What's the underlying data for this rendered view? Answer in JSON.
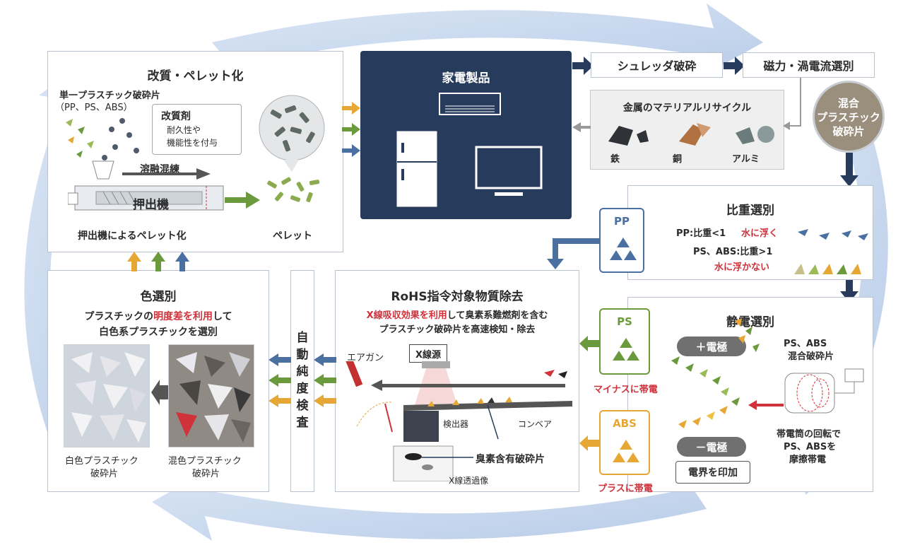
{
  "top_flow": {
    "appliances": "家電製品",
    "shredder": "シュレッダ破砕",
    "magnetic": "磁力・渦電流選別"
  },
  "metal": {
    "title": "金属のマテリアルリサイクル",
    "iron": "鉄",
    "copper": "銅",
    "aluminum": "アルミ"
  },
  "mixed_circle": {
    "line1": "混合",
    "line2": "プラスチック",
    "line3": "破砕片"
  },
  "reform": {
    "title": "改質・ペレット化",
    "single_line1": "単一プラスチック破砕片",
    "single_line2": "（PP、PS、ABS）",
    "modifier_title": "改質剤",
    "modifier_line1": "耐久性や",
    "modifier_line2": "機能性を付与",
    "melt": "溶融混練",
    "extruder": "押出機",
    "extruder_caption": "押出機によるペレット化",
    "pellet": "ペレット"
  },
  "gravity": {
    "title": "比重選別",
    "pp_tag": "PP",
    "pp_line": "PP:比重<1",
    "pp_float": "水に浮く",
    "psabs_line": "PS、ABS:比重>1",
    "psabs_sink": "水に浮かない"
  },
  "electrostatic": {
    "title": "静電選別",
    "ps_tag": "PS",
    "ps_charge": "マイナスに帯電",
    "abs_tag": "ABS",
    "abs_charge": "プラスに帯電",
    "plus_electrode": "＋電極",
    "minus_electrode": "－電極",
    "apply_field": "電界を印加",
    "mix_line1": "PS、ABS",
    "mix_line2": "混合破砕片",
    "drum_line1": "帯電筒の回転で",
    "drum_line2": "PS、ABSを",
    "drum_line3": "摩擦帯電"
  },
  "rohs": {
    "title": "RoHS指令対象物質除去",
    "desc_red": "X線吸収効果を利用",
    "desc_rest": "して臭素系難燃剤を含む",
    "desc_line2": "プラスチック破砕片を高速検知・除去",
    "airgun": "エアガン",
    "xray_source": "X線源",
    "detector": "検出器",
    "conveyor": "コンベア",
    "bromine": "臭素含有破砕片",
    "xray_image": "X線透過像"
  },
  "auto_check": {
    "chars": [
      "自",
      "動",
      "純",
      "度",
      "検",
      "査"
    ]
  },
  "color_sort": {
    "title": "色選別",
    "desc_pre": "プラスチックの",
    "desc_red": "明度差を利用",
    "desc_post": "して",
    "desc_line2": "白色系プラスチックを選別",
    "white_line1": "白色プラスチック",
    "white_line2": "破砕片",
    "mixed_line1": "混色プラスチック",
    "mixed_line2": "破砕片"
  },
  "colors": {
    "navy": "#273b5c",
    "blue_arrow": "#4a6fa1",
    "orange": "#e6a735",
    "green": "#6b9a3d",
    "red": "#d0323c",
    "cycle": "#c9d8ee"
  }
}
